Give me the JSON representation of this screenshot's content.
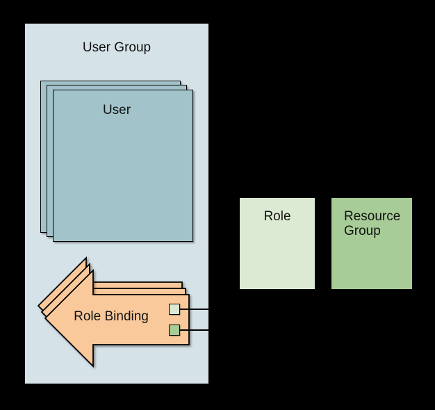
{
  "diagram": {
    "background_color": "#000000",
    "user_group": {
      "label": "User Group",
      "fill": "#d5e2e7"
    },
    "user": {
      "label": "User",
      "fill": "#a2c3c9",
      "stack_count": 3
    },
    "role_binding": {
      "label": "Role Binding",
      "fill": "#f9c99b",
      "stack_count": 3,
      "ports": [
        {
          "name": "role-port",
          "fill": "#dcead4"
        },
        {
          "name": "resource-group-port",
          "fill": "#a7cc97"
        }
      ]
    },
    "role": {
      "label": "Role",
      "fill": "#dcead4"
    },
    "resource_group": {
      "label": "Resource Group",
      "fill": "#a7cc97"
    },
    "connector_color": "#000000",
    "border_color": "#000000"
  }
}
